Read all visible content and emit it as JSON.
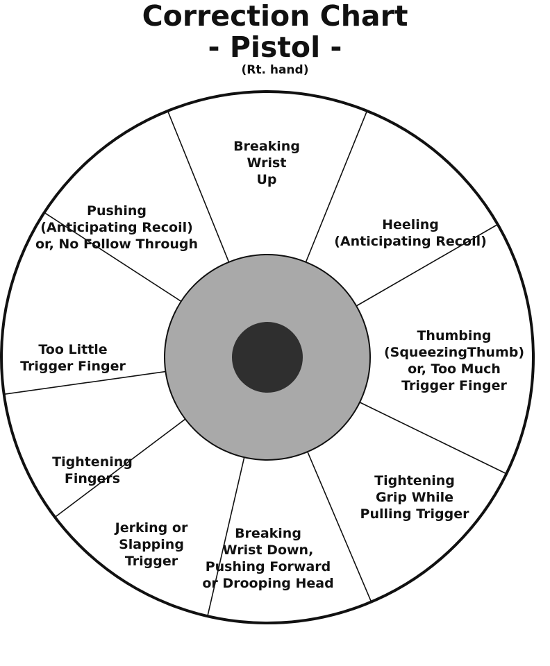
{
  "header": {
    "title": "Correction Chart",
    "subtitle": "- Pistol -",
    "note": "(Rt. hand)"
  },
  "segments": [
    {
      "id": "breaking-wrist-up",
      "lines": [
        "Breaking",
        "Wrist",
        "Up"
      ]
    },
    {
      "id": "heeling",
      "lines": [
        "Heeling",
        "(Anticipating Recoil)"
      ]
    },
    {
      "id": "thumbing",
      "lines": [
        "Thumbing",
        "(SqueezingThumb)",
        "or, Too Much",
        "Trigger Finger"
      ]
    },
    {
      "id": "tightening-grip",
      "lines": [
        "Tightening",
        "Grip While",
        "Pulling Trigger"
      ]
    },
    {
      "id": "breaking-wrist-down",
      "lines": [
        "Breaking",
        "Wrist Down,",
        "Pushing Forward",
        "or Drooping Head"
      ]
    },
    {
      "id": "jerking-slapping",
      "lines": [
        "Jerking or",
        "Slapping",
        "Trigger"
      ]
    },
    {
      "id": "tightening-fingers",
      "lines": [
        "Tightening",
        "Fingers"
      ]
    },
    {
      "id": "too-little-trigger-finger",
      "lines": [
        "Too Little",
        "Trigger Finger"
      ]
    },
    {
      "id": "pushing",
      "lines": [
        "Pushing",
        "(Anticipating Recoil)",
        "or, No Follow Through"
      ]
    }
  ],
  "colors": {
    "ring": "#111111",
    "inner_circle": "#a9a9a9",
    "bullseye": "#2f2f2f",
    "background": "#ffffff"
  }
}
